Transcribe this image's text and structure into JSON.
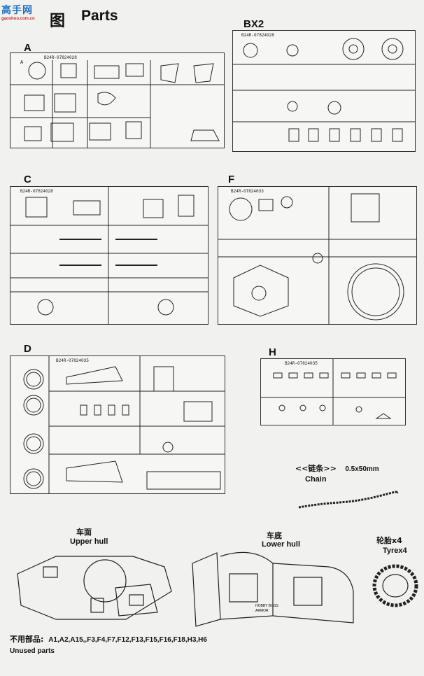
{
  "logo": {
    "cn": "高手网",
    "url": "gaoshou.com.cn"
  },
  "header": {
    "cn": "图",
    "en": "Parts"
  },
  "sprues": {
    "A": {
      "label": "A",
      "code": "B24R-07824028"
    },
    "BX2": {
      "label": "BX2",
      "code": "B24R-07824028"
    },
    "C": {
      "label": "C",
      "code": "B24R-07824028"
    },
    "F": {
      "label": "F",
      "code": "B24R-07824033"
    },
    "D": {
      "label": "D",
      "code": "B24R-07824035"
    },
    "H": {
      "label": "H",
      "code": "B24R-07824035"
    }
  },
  "chain": {
    "cn": "<<链条>>",
    "size": "0.5x50mm",
    "en": "Chain"
  },
  "upper_hull": {
    "cn": "车面",
    "en": "Upper hull"
  },
  "lower_hull": {
    "cn": "车底",
    "en": "Lower hull"
  },
  "tyre": {
    "cn": "轮胎x4",
    "en": "Tyrex4"
  },
  "unused": {
    "cn": "不用部品:",
    "list": "A1,A2,A15,,F3,F4,F7,F12,F13,F15,F16,F18,H3,H6",
    "en": "Unused parts"
  },
  "stamp": [
    "HOBBY BOSS",
    "ARMOR"
  ]
}
